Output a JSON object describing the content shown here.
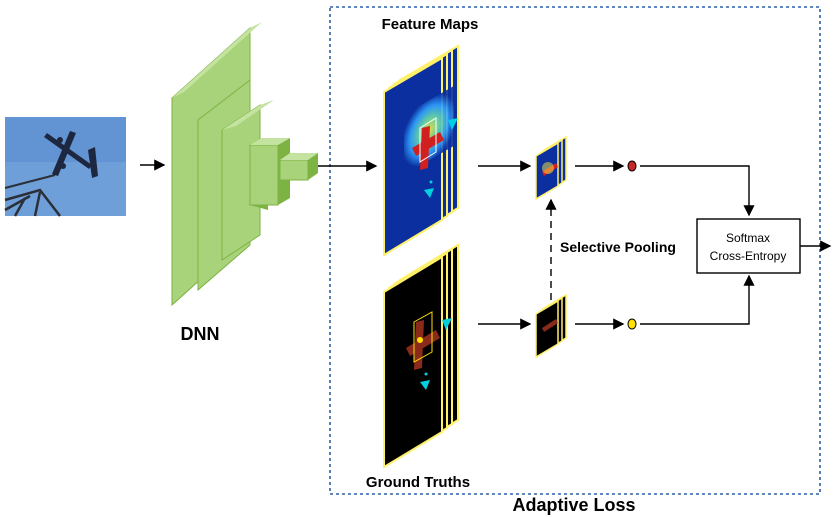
{
  "labels": {
    "dnn": "DNN",
    "feature_maps": "Feature Maps",
    "ground_truths": "Ground Truths",
    "selective_pooling": "Selective Pooling",
    "softmax_line1": "Softmax",
    "softmax_line2": "Cross-Entropy",
    "adaptive_loss": "Adaptive Loss"
  },
  "colors": {
    "dnn_front": "#a8d37a",
    "dnn_side": "#7cb342",
    "dnn_top": "#c5e3a0",
    "feature_map_blue": "#0b2f9e",
    "ground_truth_black": "#000000",
    "map_border_yellow": "#fff06a",
    "dashed_border": "#2f5fa8",
    "arrow_head": "#000000",
    "red_dot": "#c62828",
    "yellow_dot": "#ffe000",
    "sky": "#6f9fd8"
  },
  "icons": {
    "input_image": "airplane-photo",
    "target_marker": "cyan-triangle-marker"
  }
}
